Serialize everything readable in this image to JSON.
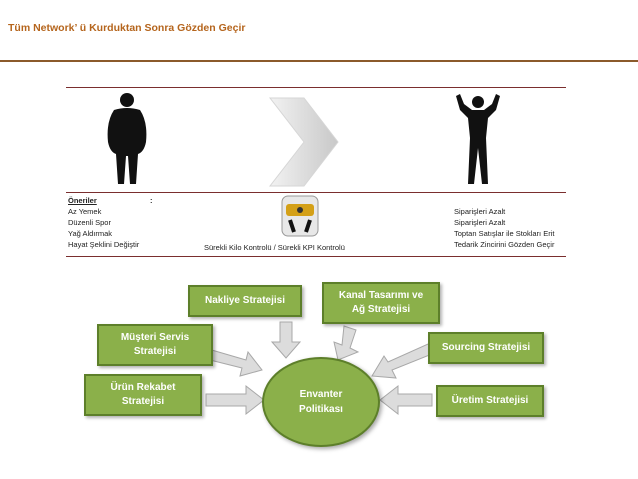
{
  "header": {
    "title": "Tüm Network’ ü Kurduktan Sonra Gözden Geçir"
  },
  "left_panel": {
    "heading": "Öneriler",
    "heading_colon": ":",
    "items": [
      "Az Yemek",
      "Düzenli Spor",
      "Yağ Aldırmak",
      "Hayat Şeklini Değiştir"
    ]
  },
  "middle_caption": "Sürekli Kilo Kontrolü / Sürekli KPI Kontrolü",
  "right_panel": {
    "items": [
      "Siparişleri Azalt",
      "Siparişleri Azalt",
      "Toptan Satışlar ile Stokları Erit",
      "Tedarik Zincirini Gözden Geçir"
    ]
  },
  "diagram": {
    "center": {
      "line1": "Envanter",
      "line2": "Politikası"
    },
    "boxes": {
      "nakliye": "Nakliye Stratejisi",
      "kanal_1": "Kanal Tasarımı ve",
      "kanal_2": "Ağ Stratejisi",
      "musteri_1": "Müşteri Servis",
      "musteri_2": "Stratejisi",
      "sourcing": "Sourcing Stratejisi",
      "urun_1": "Ürün Rekabet",
      "urun_2": "Stratejisi",
      "uretim": "Üretim Stratejisi"
    }
  },
  "colors": {
    "box": "#8bb04a",
    "box_border": "#5d7f2a",
    "title": "#b5651d",
    "arrow": "#d9d9d9"
  }
}
